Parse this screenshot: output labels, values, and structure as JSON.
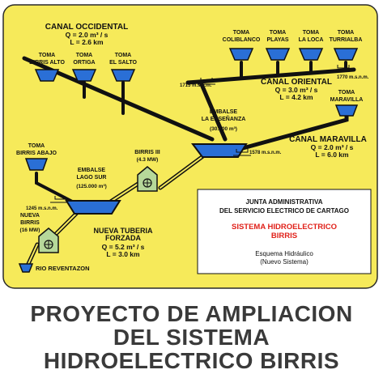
{
  "colors": {
    "background": "#f6ea5a",
    "pipe": "#111111",
    "reservoir": "#2a6fd6",
    "intake": "#2a6fd6",
    "powerhouse": "#b6d89a",
    "label_red": "#e0211a",
    "title_gray": "#3a3a3a"
  },
  "canal_occidental": {
    "name": "CANAL OCCIDENTAL",
    "flow": "Q = 2.0 m³ / s",
    "length": "L = 2.6 km"
  },
  "intakes_west": [
    {
      "line1": "TOMA",
      "line2": "BIRRIS ALTO"
    },
    {
      "line1": "TOMA",
      "line2": "ORTIGA"
    },
    {
      "line1": "TOMA",
      "line2": "EL SALTO"
    }
  ],
  "intakes_east": [
    {
      "line1": "TOMA",
      "line2": "COLIBLANCO"
    },
    {
      "line1": "TOMA",
      "line2": "PLAYAS"
    },
    {
      "line1": "TOMA",
      "line2": "LA LOCA"
    },
    {
      "line1": "TOMA",
      "line2": "TURRIALBA"
    }
  ],
  "canal_oriental": {
    "name": "CANAL ORIENTAL",
    "flow": "Q = 3.0 m³ / s",
    "length": "L = 4.2 km"
  },
  "elev_1715": "1715 m.s.n.m.",
  "elev_1770": "1770 m.s.n.m.",
  "toma_maravilla": {
    "line1": "TOMA",
    "line2": "MARAVILLA"
  },
  "embalse_ensenanza": {
    "line1": "EMBALSE",
    "line2": "LA ENSEÑANZA",
    "line3": "(30.000 m³)"
  },
  "elev_1578": "1578 m.s.n.m.",
  "canal_maravilla": {
    "name": "CANAL MARAVILLA",
    "flow": "Q = 2.0 m³ / s",
    "length": "L = 6.0 km"
  },
  "toma_birris_abajo": {
    "line1": "TOMA",
    "line2": "BIRRIS ABAJO"
  },
  "embalse_lago_sur": {
    "line1": "EMBALSE",
    "line2": "LAGO SUR",
    "line3": "(125.000 m³)"
  },
  "birris_iii": {
    "line1": "BIRRIS III",
    "line2": "(4.3 MW)"
  },
  "elev_1245": "1245 m.s.n.m.",
  "nueva_birris": {
    "line1": "NUEVA",
    "line2": "BIRRIS",
    "line3": "(16 MW)"
  },
  "nueva_tuberia": {
    "line1": "NUEVA TUBERIA",
    "line2": "FORZADA",
    "flow": "Q = 5.2 m³ / s",
    "length": "L = 3.0 km"
  },
  "rio": "RIO REVENTAZON",
  "info_box": {
    "line1": "JUNTA ADMINISTRATIVA",
    "line2": "DEL SERVICIO ELECTRICO DE CARTAGO",
    "line3": "SISTEMA HIDROELECTRICO",
    "line4": "BIRRIS",
    "line5": "Esquema Hidráulico",
    "line6": "(Nuevo Sistema)"
  },
  "title": {
    "line1": "PROYECTO DE AMPLIACION",
    "line2": "DEL SISTEMA",
    "line3": "HIDROELECTRICO BIRRIS"
  }
}
